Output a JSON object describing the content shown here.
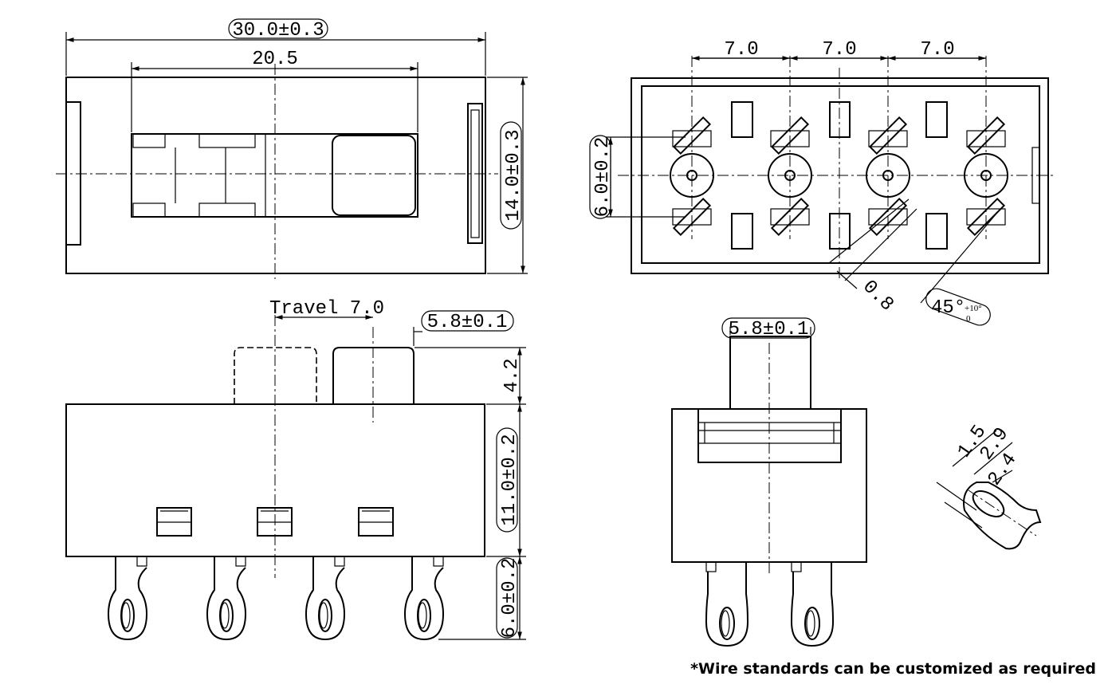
{
  "top_view": {
    "overall_length": "30.0±0.3",
    "slider_span": "20.5",
    "overall_width": "14.0±0.3"
  },
  "bottom_view": {
    "pitch_1": "7.0",
    "pitch_2": "7.0",
    "pitch_3": "7.0",
    "terminal_row_spacing": "6.0±0.2",
    "terminal_thickness": "0.8",
    "angle": "45°",
    "angle_tol_upper": "+10°",
    "angle_tol_lower": "0"
  },
  "side_view": {
    "travel": "Travel 7.0",
    "knob_width": "5.8±0.1",
    "knob_height": "4.2",
    "body_height": "11.0±0.2",
    "terminal_length": "6.0±0.2"
  },
  "end_view": {
    "knob_width": "5.8±0.1"
  },
  "terminal_detail": {
    "dim_a": "1.5",
    "dim_b": "2.9",
    "dim_c": "2.4"
  },
  "footnote": "*Wire standards can be customized as required"
}
